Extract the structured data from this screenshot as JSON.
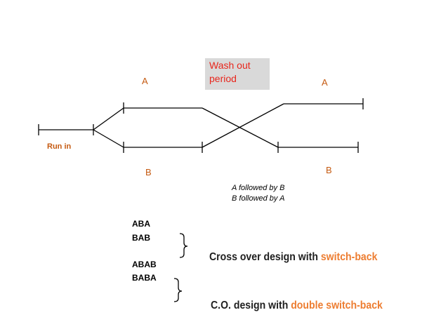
{
  "labels": {
    "a_left": "A",
    "a_right": "A",
    "b_left": "B",
    "b_right": "B",
    "run_in": "Run in",
    "washout_line1": "Wash out",
    "washout_line2": "period"
  },
  "notes": {
    "line1": "A followed by B",
    "line2": "B followed by A"
  },
  "sequences": {
    "group1": [
      "ABA",
      "BAB"
    ],
    "group2": [
      "ABAB",
      "BABA"
    ]
  },
  "designs": {
    "switch_back": {
      "prefix": "Cross over design with ",
      "highlight": "switch-back"
    },
    "double_switch_back": {
      "prefix": "C.O. design with ",
      "highlight": "double switch-back"
    }
  },
  "colors": {
    "label_orange": "#c55a11",
    "washout_red": "#e8261c",
    "washout_bg": "#d9d9d9",
    "highlight_orange": "#ed7d31",
    "line_black": "#000000"
  }
}
